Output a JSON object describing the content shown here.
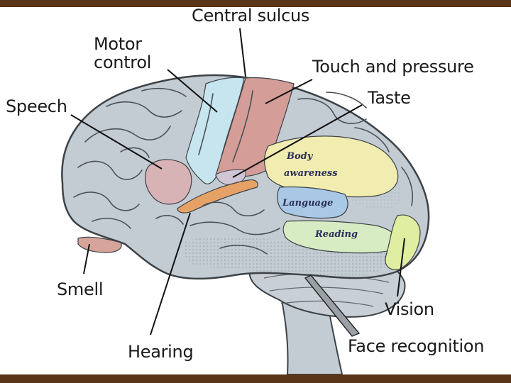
{
  "labels": {
    "central_sulcus": "Central sulcus",
    "motor_control_line1": "Motor",
    "motor_control_line2": "control",
    "touch_pressure": "Touch and pressure",
    "speech": "Speech",
    "taste": "Taste",
    "smell": "Smell",
    "hearing": "Hearing",
    "vision": "Vision",
    "face_recognition": "Face recognition"
  },
  "regions": {
    "body_awareness_line1": "Body",
    "body_awareness_line2": "awareness",
    "language": "Language",
    "reading": "Reading"
  },
  "colors": {
    "frame": "#5a3517",
    "brain": "#c3cbd3",
    "motor": "#c6e5ee",
    "touch": "#d59d98",
    "speech": "#d8b3b6",
    "hearing": "#e6a266",
    "body_awareness": "#f1ecb0",
    "language": "#a9c8e6",
    "reading": "#d8ecc4",
    "vision": "#dfeea0"
  }
}
